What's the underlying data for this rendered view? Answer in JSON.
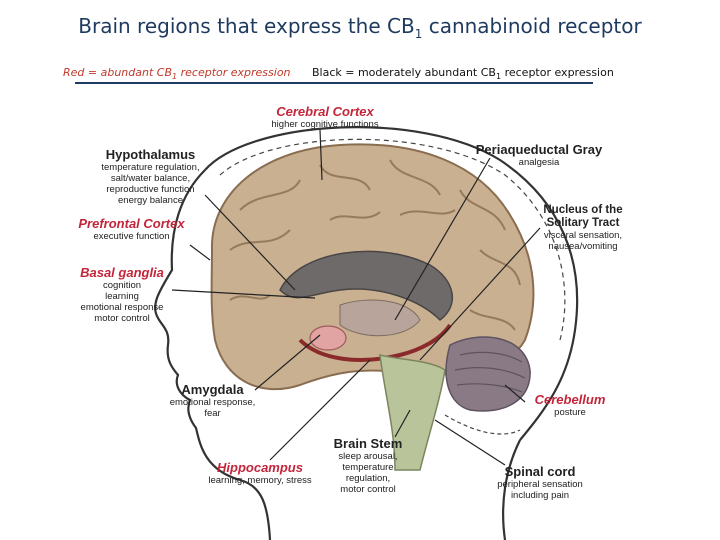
{
  "title": {
    "main": "Brain regions that express the CB",
    "sub": "1",
    "tail": " cannabinoid receptor"
  },
  "legend": {
    "red": {
      "text": "Red = abundant CB",
      "sub": "1",
      "tail": " receptor expression"
    },
    "black": {
      "text": "Black = moderately abundant CB",
      "sub": "1",
      "tail": " receptor expression"
    }
  },
  "colors": {
    "red_region": "#c4253a",
    "black_region": "#222222",
    "title": "#1f3a5f"
  },
  "regions": [
    {
      "key": "cerebral_cortex",
      "name": "Cerebral Cortex",
      "color": "red",
      "desc": "higher cognitive functions"
    },
    {
      "key": "hypothalamus",
      "name": "Hypothalamus",
      "color": "black",
      "desc": "temperature regulation,\nsalt/water balance,\nreproductive function\nenergy balance"
    },
    {
      "key": "prefrontal_cortex",
      "name": "Prefrontal Cortex",
      "color": "red",
      "desc": "executive function"
    },
    {
      "key": "basal_ganglia",
      "name": "Basal ganglia",
      "color": "red",
      "desc": "cognition\nlearning\nemotional response\nmotor control"
    },
    {
      "key": "amygdala",
      "name": "Amygdala",
      "color": "black",
      "desc": "emotional response,\nfear"
    },
    {
      "key": "hippocampus",
      "name": "Hippocampus",
      "color": "red",
      "desc": "learning, memory, stress"
    },
    {
      "key": "periaqueductal_gray",
      "name": "Periaqueductal Gray",
      "color": "black",
      "desc": "analgesia"
    },
    {
      "key": "nucleus_solitary_tract",
      "name": "Nucleus of the\nSolitary Tract",
      "color": "black",
      "desc": "visceral sensation,\nnausea/vomiting"
    },
    {
      "key": "cerebellum",
      "name": "Cerebellum",
      "color": "red",
      "desc": "posture"
    },
    {
      "key": "brain_stem",
      "name": "Brain Stem",
      "color": "black",
      "desc": "sleep arousal,\ntemperature\nregulation,\nmotor control"
    },
    {
      "key": "spinal_cord",
      "name": "Spinal cord",
      "color": "black",
      "desc": "peripheral sensation\nincluding pain"
    }
  ]
}
